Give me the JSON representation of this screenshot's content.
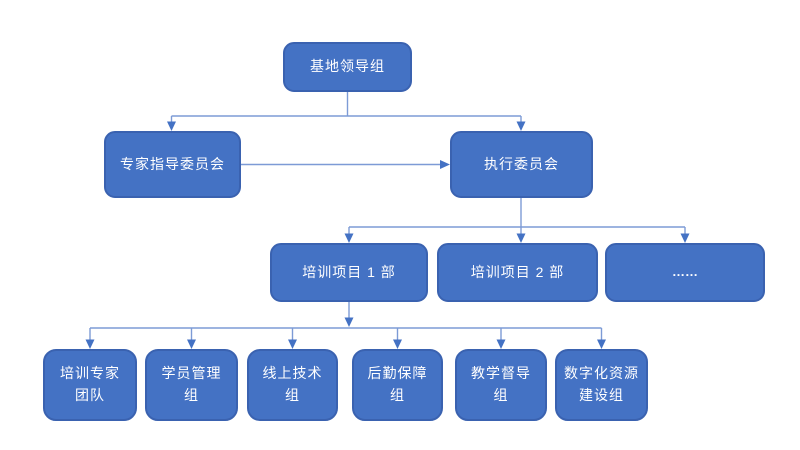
{
  "diagram": {
    "type": "org-chart",
    "colors": {
      "node_fill": "#4472C4",
      "node_border": "#3A62B0",
      "node_text": "#FFFFFF",
      "connector_line": "#7D9BD6",
      "arrowhead": "#4472C4",
      "background": "#FFFFFF"
    },
    "nodes": {
      "level1": {
        "label": "基地领导组"
      },
      "level2": [
        {
          "label": "专家指导委员会"
        },
        {
          "label": "执行委员会"
        }
      ],
      "level3": [
        {
          "label": "培训项目 1 部"
        },
        {
          "label": "培训项目 2 部"
        },
        {
          "label": "……"
        }
      ],
      "level4": [
        {
          "label": "培训专家\n团队"
        },
        {
          "label": "学员管理\n组"
        },
        {
          "label": "线上技术\n组"
        },
        {
          "label": "后勤保障\n组"
        },
        {
          "label": "教学督导\n组"
        },
        {
          "label": "数字化资源\n建设组"
        }
      ]
    },
    "edges": [
      "基地领导组 -> 专家指导委员会",
      "基地领导组 -> 执行委员会",
      "专家指导委员会 -> 执行委员会",
      "执行委员会 -> 培训项目 1 部",
      "执行委员会 -> 培训项目 2 部",
      "执行委员会 -> ……",
      "培训项目 1 部 -> 培训专家团队",
      "培训项目 1 部 -> 学员管理组",
      "培训项目 1 部 -> 线上技术组",
      "培训项目 1 部 -> 后勤保障组",
      "培训项目 1 部 -> 教学督导组",
      "培训项目 1 部 -> 数字化资源建设组"
    ]
  }
}
